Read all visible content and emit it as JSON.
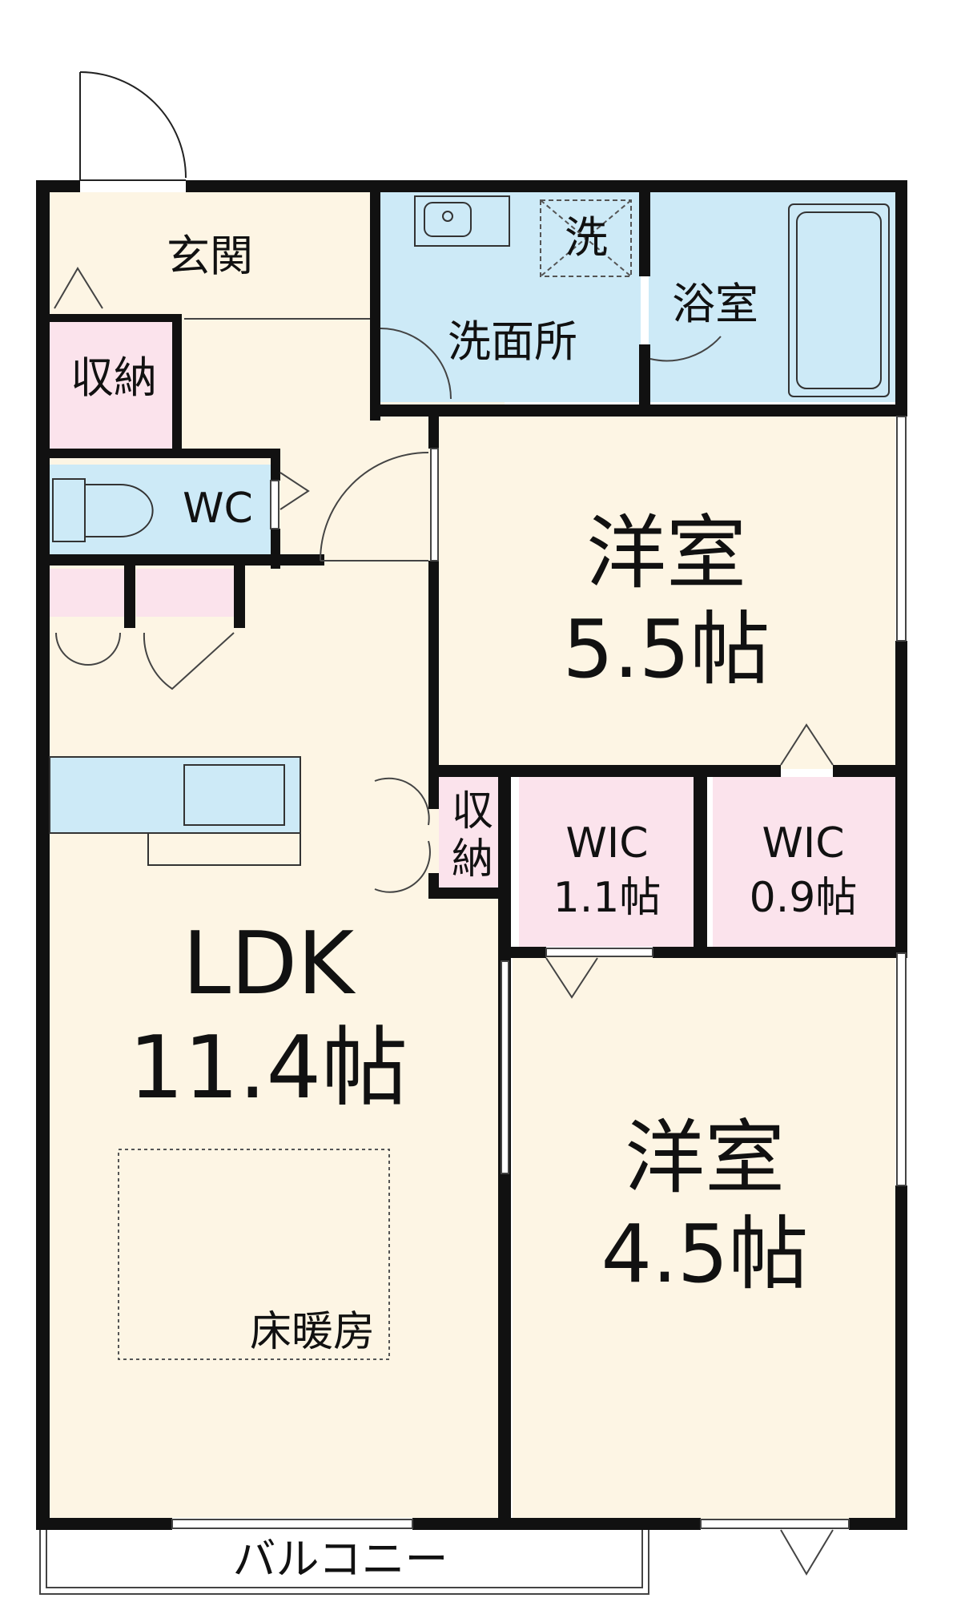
{
  "colors": {
    "wall": "#111111",
    "room_floor": "#fdf5e4",
    "water_area": "#cdeaf7",
    "storage": "#fbe3ec",
    "background": "#ffffff"
  },
  "rooms": {
    "entrance": {
      "label": "玄関"
    },
    "storage_entrance": {
      "label": "収納"
    },
    "toilet": {
      "label": "WC"
    },
    "washroom": {
      "label": "洗面所"
    },
    "washer": {
      "label": "洗"
    },
    "bathroom": {
      "label": "浴室"
    },
    "western_room_1": {
      "label": "洋室",
      "size": "5.5帖"
    },
    "storage_small": {
      "label_line1": "収",
      "label_line2": "納"
    },
    "wic_1": {
      "label": "WIC",
      "size": "1.1帖"
    },
    "wic_2": {
      "label": "WIC",
      "size": "0.9帖"
    },
    "ldk": {
      "label": "LDK",
      "size": "11.4帖"
    },
    "floor_heating": {
      "label": "床暖房"
    },
    "western_room_2": {
      "label": "洋室",
      "size": "4.5帖"
    },
    "balcony": {
      "label": "バルコニー"
    }
  },
  "icons": {
    "toilet": "toilet-icon",
    "sink": "washbasin-icon",
    "bathtub": "bathtub-icon",
    "washer": "washing-machine-space-icon",
    "kitchen": "kitchen-counter-icon"
  }
}
